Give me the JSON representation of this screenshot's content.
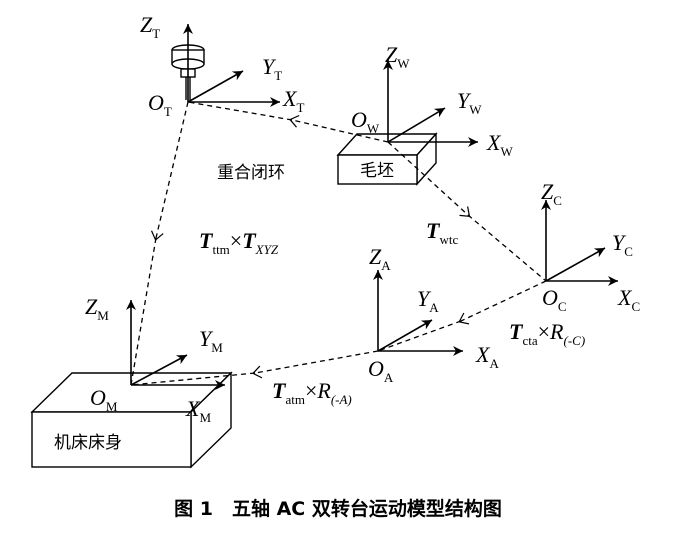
{
  "frames": {
    "tool": {
      "origin": "O",
      "sub": "T",
      "z": "Z",
      "y": "Y",
      "x": "X"
    },
    "workpiece": {
      "origin": "O",
      "sub": "W",
      "z": "Z",
      "y": "Y",
      "x": "X"
    },
    "c_table": {
      "origin": "O",
      "sub": "C",
      "z": "Z",
      "y": "Y",
      "x": "X"
    },
    "a_axis": {
      "origin": "O",
      "sub": "A",
      "z": "Z",
      "y": "Y",
      "x": "X"
    },
    "machine": {
      "origin": "O",
      "sub": "M",
      "z": "Z",
      "y": "Y",
      "x": "X"
    }
  },
  "blocks": {
    "blank": "毛坯",
    "bed": "机床床身"
  },
  "loop_label": "重合闭环",
  "transforms": {
    "ttm": {
      "t1": "T",
      "t1_sub": "ttm",
      "op": "×",
      "t2": "T",
      "t2_sub": "XYZ"
    },
    "wtc": {
      "t": "T",
      "t_sub": "wtc"
    },
    "cta": {
      "t": "T",
      "t_sub": "cta",
      "op": "×",
      "r": "R",
      "r_sub": "(-C)"
    },
    "atm": {
      "t": "T",
      "t_sub": "atm",
      "op": "×",
      "r": "R",
      "r_sub": "(-A)"
    }
  },
  "caption": "图 1　五轴 AC 双转台运动模型结构图"
}
